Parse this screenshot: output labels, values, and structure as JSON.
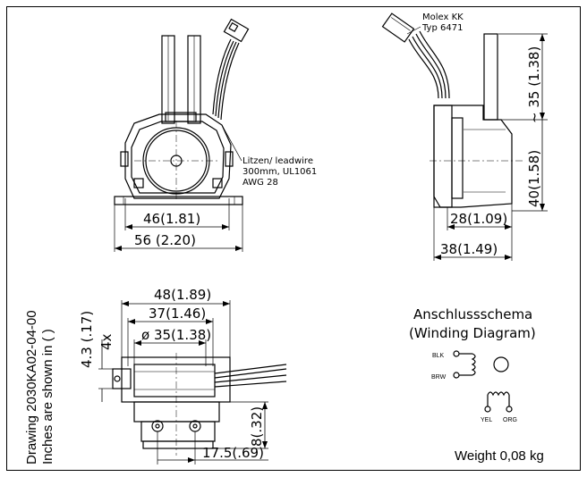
{
  "drawing": {
    "id_label": "Drawing 2030KA02-04-00",
    "units_note": "Inches are shown in ( )",
    "weight": "Weight 0,08 kg"
  },
  "connector": {
    "line1": "Molex KK",
    "line2": "Typ 6471"
  },
  "leadwire": {
    "line1": "Litzen/ leadwire",
    "line2": "300mm, UL1061",
    "line3": "AWG 28"
  },
  "winding": {
    "title_de": "Anschlussschema",
    "title_en": "(Winding Diagram)",
    "wires": [
      "BLK",
      "BRW",
      "YEL",
      "ORG"
    ]
  },
  "dimensions": {
    "front_inner_width": "46(1.81)",
    "front_outer_width": "56 (2.20)",
    "side_tube_height": "~ 35 (1.38)",
    "side_body_height": "40(1.58)",
    "side_inner_width": "28(1.09)",
    "side_outer_width": "38(1.49)",
    "top_width_outer": "48(1.89)",
    "top_width_mid": "37(1.46)",
    "top_diameter": "ø 35(1.38)",
    "top_hole_offset": "4.3 (.17)",
    "top_hole_count": "4x",
    "top_depth": "8(.32)",
    "top_bottom_width": "17.5(.69)"
  },
  "colors": {
    "line": "#000000",
    "background": "#ffffff"
  }
}
